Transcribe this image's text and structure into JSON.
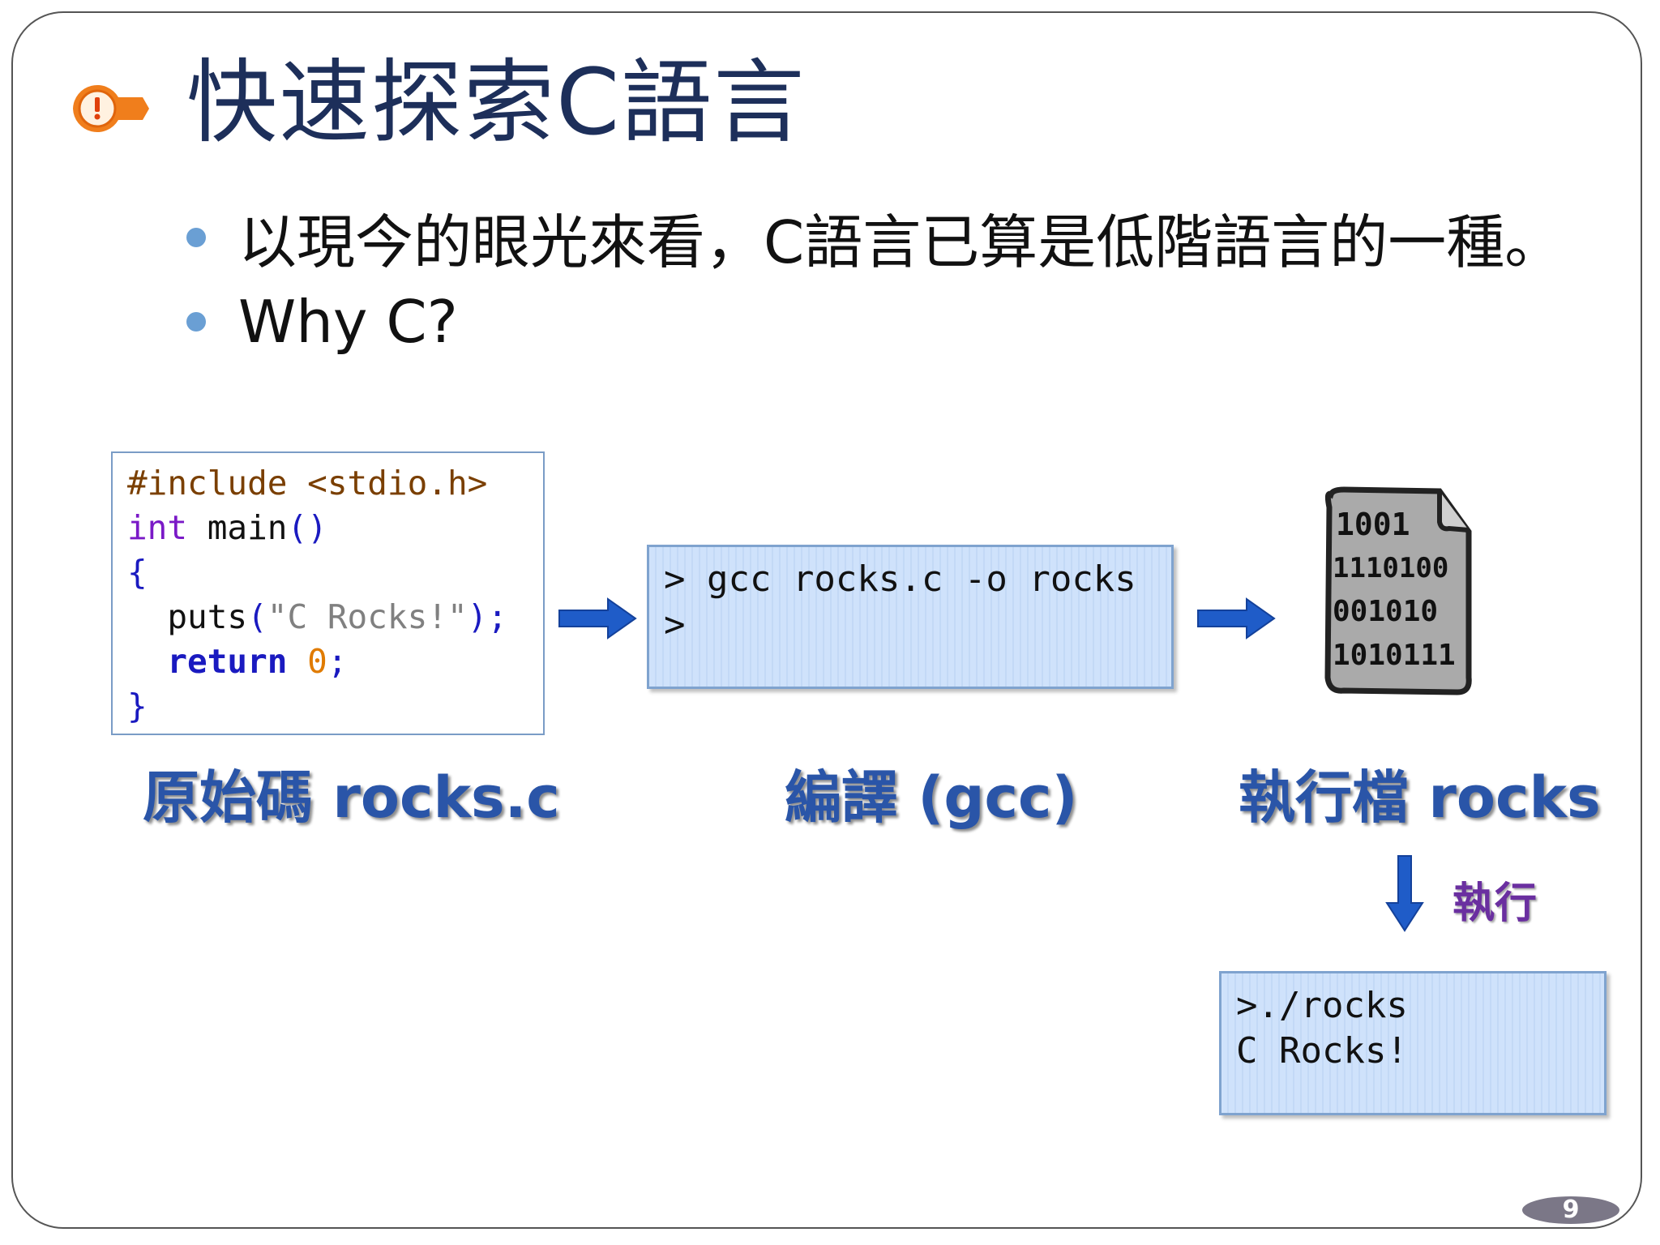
{
  "slide": {
    "title": "快速探索C語言",
    "bullets": [
      "以現今的眼光來看，C語言已算是低階語言的一種。",
      "Why C?"
    ],
    "page_number": "9"
  },
  "code": {
    "line1": "#include <stdio.h>",
    "line2_kw": "int",
    "line2_rest": " main",
    "line2_paren": "()",
    "line3": "{",
    "line4_call": "  puts",
    "line4_open": "(",
    "line4_str": "\"C Rocks!\"",
    "line4_close": ");",
    "line5_kw": "  return",
    "line5_num": "0",
    "line5_semi": ";",
    "line6": "}"
  },
  "terminal_compile": {
    "line1": "> gcc rocks.c -o rocks",
    "line2": ">"
  },
  "terminal_run": {
    "line1": ">./rocks",
    "line2": "C Rocks!"
  },
  "binary_file": {
    "rows": [
      "1001",
      "1110100",
      "001010",
      "1010111"
    ]
  },
  "captions": {
    "source": "原始碼 rocks.c",
    "compile": "編譯 (gcc)",
    "executable": "執行檔 rocks",
    "run": "執行"
  },
  "colors": {
    "title": "#1d2f5a",
    "arrow": "#1f5cc8",
    "caption": "#2a55a8",
    "terminal_bg": "#cfe2fb",
    "bullet_dot": "#6a9fd4",
    "icon_orange": "#f07e1c"
  },
  "icons": {
    "title_icon": "exclamation-tag-icon",
    "flow_arrow": "right-arrow-icon",
    "run_arrow": "down-arrow-icon"
  }
}
